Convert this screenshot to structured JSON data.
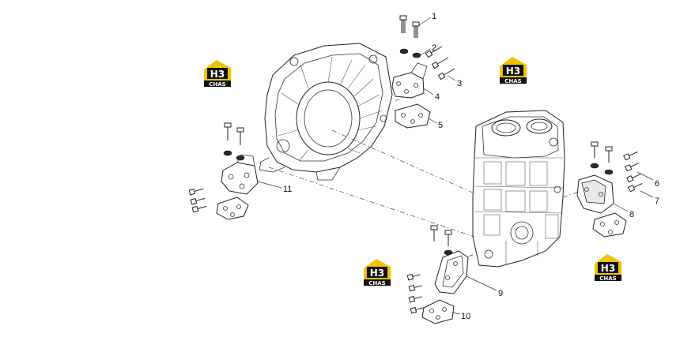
{
  "diagram": {
    "callouts": [
      "1",
      "2",
      "3",
      "4",
      "5",
      "6",
      "7",
      "8",
      "9",
      "10",
      "11"
    ]
  },
  "watermark": {
    "letters": "H3",
    "caption": "CHAS",
    "colors": {
      "yellow": "#f2c200",
      "black": "#111111"
    }
  }
}
